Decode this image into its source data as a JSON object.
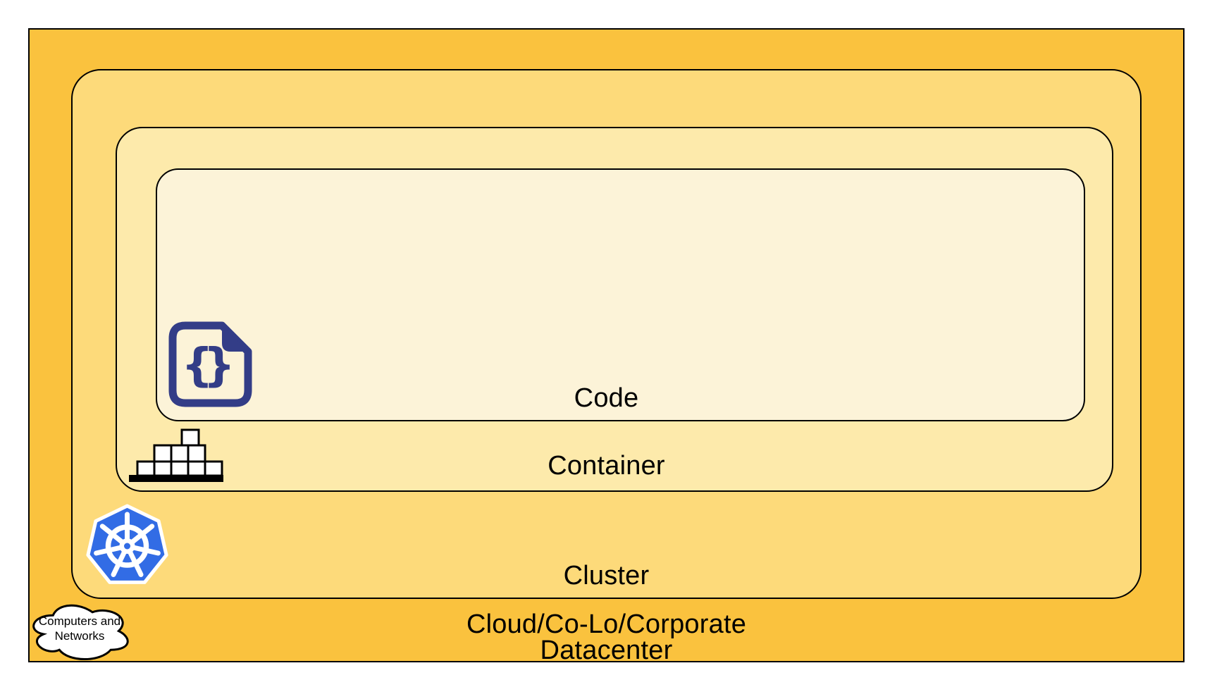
{
  "diagram": {
    "description": "Nested deployment layers diagram: Code inside Container inside Cluster inside Cloud/Co-Lo/Corporate Datacenter"
  },
  "layers": {
    "code": {
      "label": "Code"
    },
    "container": {
      "label": "Container"
    },
    "cluster": {
      "label": "Cluster"
    },
    "datacenter": {
      "label": "Cloud/Co-Lo/Corporate\nDatacenter"
    }
  },
  "cloud_callout": {
    "label": "Computers and\nNetworks"
  },
  "icons": {
    "code_file": {
      "name": "code-file-icon",
      "brace_open": "{",
      "brace_close": "}"
    },
    "container_stack": {
      "name": "container-stack-icon"
    },
    "kubernetes": {
      "name": "kubernetes-icon"
    },
    "cloud": {
      "name": "cloud-icon"
    }
  },
  "colors": {
    "datacenter_fill": "#FAC23E",
    "cluster_fill": "#FDDA7A",
    "container_fill": "#FDEAAB",
    "code_fill": "#FCF3D8",
    "stroke": "#000000",
    "code_icon_navy": "#333D87",
    "kubernetes_blue": "#326CE5",
    "icon_white": "#FFFFFF"
  }
}
